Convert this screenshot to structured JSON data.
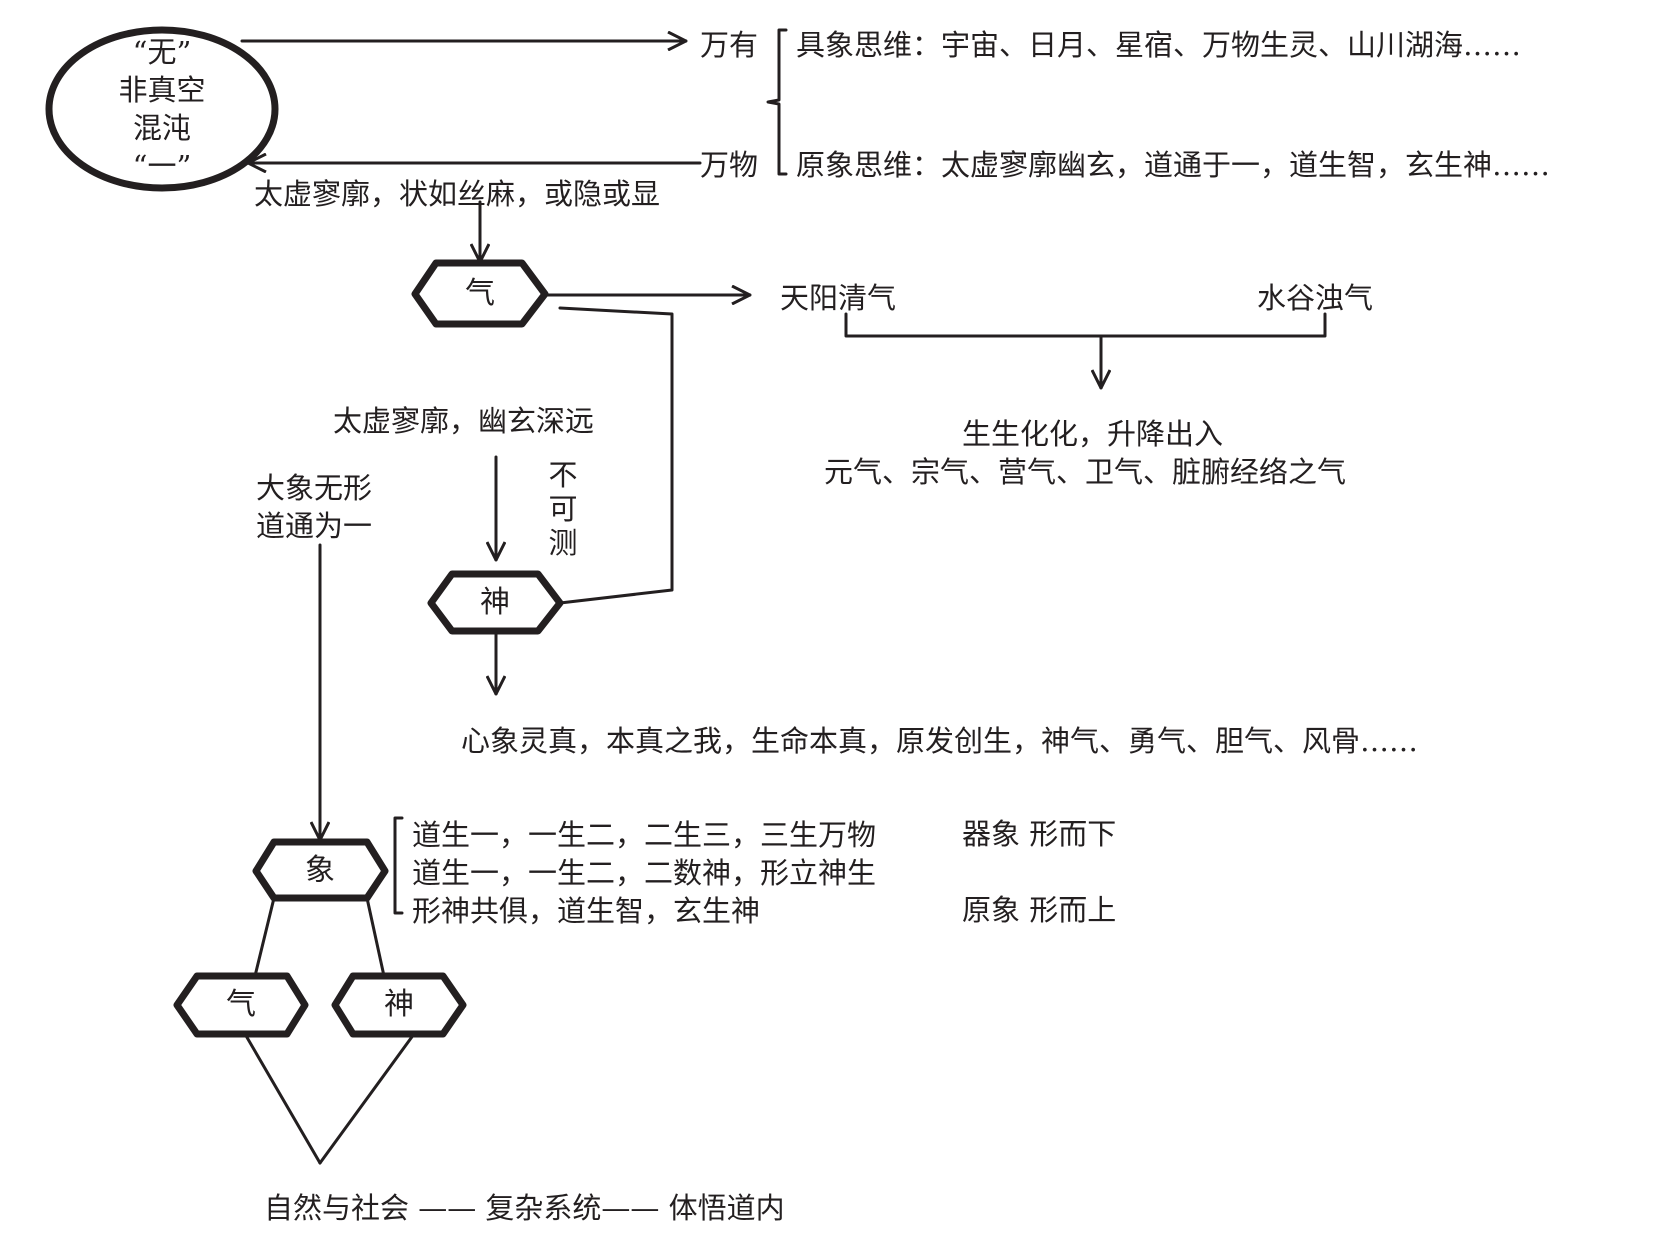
{
  "origin": {
    "lines": [
      "“无”",
      "非真空",
      "混沌",
      "“一”"
    ]
  },
  "labels": {
    "wanyou": "万有",
    "wanwu": "万物",
    "juxiang": "具象思维：宇宙、日月、星宿、万物生灵、山川湖海……",
    "yuanxiang": "原象思维：太虚寥廓幽玄，道通于一，道生智，玄生神……",
    "taixu_1": "太虚寥廓，状如丝麻，或隐或显",
    "tianyang": "天阳清气",
    "shuigu": "水谷浊气",
    "shengsheng": "生生化化，升降出入",
    "yuanqi": "元气、宗气、营气、卫气、脏腑经络之气",
    "taixu_2": "太虚寥廓，幽玄深远",
    "buke": "不",
    "ke": "可",
    "ce": "测",
    "daxiang_1": "大象无形",
    "daxiang_2": "道通为一",
    "xinxiang": "心象灵真，本真之我，生命本真，原发创生，神气、勇气、胆气、风骨……",
    "dao_line1": "道生一，一生二，二生三，三生万物",
    "dao_line2": "道生一，一生二，二数神，形立神生",
    "dao_line3": "形神共俱，道生智，玄生神",
    "qixiang": "器象  形而下",
    "yuanxiang_short": "原象  形而上",
    "bottom": "自然与社会 —— 复杂系统—— 体悟道内"
  },
  "nodes": {
    "qi_top": "气",
    "shen_mid": "神",
    "xiang": "象",
    "qi_bottom": "气",
    "shen_bottom": "神"
  }
}
